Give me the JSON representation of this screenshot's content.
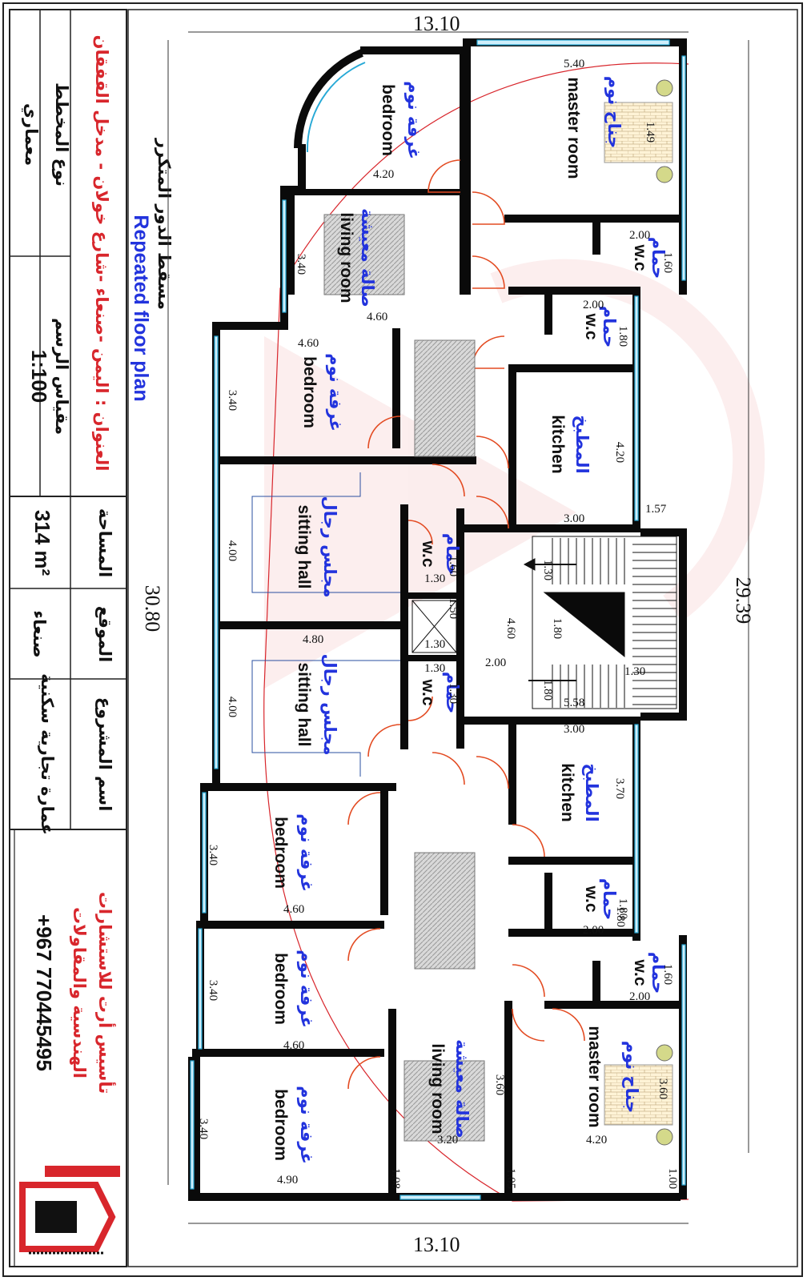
{
  "drawing": {
    "title_ar": "مسقط الدور المتكرر",
    "title_en": "Repeated floor plan"
  },
  "title_block": {
    "address": "العنوان : اليمن -صنعاء -شارع خولان - مدخل القفقان",
    "plan_type_label": "نوع المخطط",
    "plan_type_value": "معماري",
    "scale_label": "مقياس الرسم",
    "scale_value": "1:100",
    "area_label": "المساحة",
    "area_value": "314 m²",
    "location_label": "الموقع",
    "location_value": "صنعاء",
    "project_label": "اسم المشروع",
    "project_value": "عمارة تجارية سكنية",
    "company_line1": "تأسيس أرت للاستشارات",
    "company_line2": "الهندسية والمقاولات",
    "phone": "+967 770445495"
  },
  "dimensions": {
    "width_top": "13.10",
    "width_bottom": "13.10",
    "length_right": "29.39",
    "length_left": "30.80",
    "labels": [
      "5.40",
      "4.20",
      "2.00",
      "1.60",
      "2.00",
      "1.80",
      "3.40",
      "4.60",
      "4.60",
      "3.40",
      "4.20",
      "3.00",
      "1.57",
      "1.30",
      "4.00",
      "1.30",
      "1.60",
      "4.60",
      "1.80",
      "1.30",
      "1.50",
      "2.00",
      "4.80",
      "1.30",
      "1.30",
      "1.80",
      "5.58",
      "3.00",
      "4.00",
      "3.70",
      "3.40",
      "4.60",
      "1.80",
      "2.00",
      "1.60",
      "2.00",
      "3.40",
      "4.60",
      "3.60",
      "3.60",
      "3.40",
      "3.20",
      "4.20",
      "4.90",
      "1.08",
      "1.05",
      "1.00",
      "1.49",
      "1.80",
      "1.30"
    ]
  },
  "rooms": [
    {
      "ar": "جناح نوم",
      "en": "master room"
    },
    {
      "ar": "غرفة نوم",
      "en": "bedroom"
    },
    {
      "ar": "حمام",
      "en": "w.c"
    },
    {
      "ar": "صالة معيشة",
      "en": "living room"
    },
    {
      "ar": "حمام",
      "en": "w.c"
    },
    {
      "ar": "غرفة نوم",
      "en": "bedroom"
    },
    {
      "ar": "المطبخ",
      "en": "kitchen"
    },
    {
      "ar": "مجلس رجال",
      "en": "sitting hall"
    },
    {
      "ar": "حمام",
      "en": "w.c"
    },
    {
      "ar": "حمام",
      "en": "w.c"
    },
    {
      "ar": "مجلس رجال",
      "en": "sitting hall"
    },
    {
      "ar": "المطبخ",
      "en": "kitchen"
    },
    {
      "ar": "غرفة نوم",
      "en": "bedroom"
    },
    {
      "ar": "حمام",
      "en": "w.c"
    },
    {
      "ar": "حمام",
      "en": "w.c"
    },
    {
      "ar": "غرفة نوم",
      "en": "bedroom"
    },
    {
      "ar": "جناح نوم",
      "en": "master room"
    },
    {
      "ar": "صالة معيشة",
      "en": "living room"
    },
    {
      "ar": "غرفة نوم",
      "en": "bedroom"
    }
  ]
}
